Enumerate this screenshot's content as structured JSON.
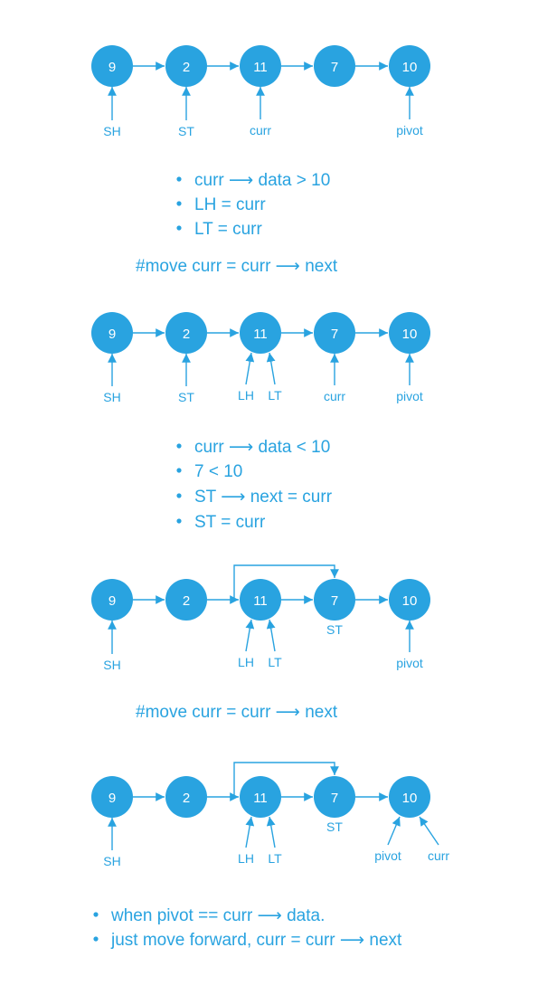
{
  "colors": {
    "accent": "#29a3e0",
    "node_text": "#ffffff",
    "background": "#ffffff"
  },
  "steps": [
    {
      "nodes": [
        "9",
        "2",
        "11",
        "7",
        "10"
      ],
      "pointers": [
        {
          "label": "SH",
          "node": 0
        },
        {
          "label": "ST",
          "node": 1
        },
        {
          "label": "curr",
          "node": 2
        },
        {
          "label": "pivot",
          "node": 4
        }
      ],
      "bullets": [
        "curr ⟶ data > 10",
        "LH = curr",
        "LT = curr"
      ],
      "note": "#move curr = curr ⟶ next"
    },
    {
      "nodes": [
        "9",
        "2",
        "11",
        "7",
        "10"
      ],
      "pointers": [
        {
          "label": "SH",
          "node": 0
        },
        {
          "label": "ST",
          "node": 1
        },
        {
          "label": "LH",
          "node": 2
        },
        {
          "label": "LT",
          "node": 2
        },
        {
          "label": "curr",
          "node": 3
        },
        {
          "label": "pivot",
          "node": 4
        }
      ],
      "bullets": [
        "curr ⟶ data < 10",
        "7 < 10",
        "ST ⟶ next = curr",
        "ST = curr"
      ]
    },
    {
      "nodes": [
        "9",
        "2",
        "11",
        "7",
        "10"
      ],
      "pointers": [
        {
          "label": "SH",
          "node": 0
        },
        {
          "label": "LH",
          "node": 2
        },
        {
          "label": "LT",
          "node": 2
        },
        {
          "label": "ST",
          "node": 3
        },
        {
          "label": "pivot",
          "node": 4
        }
      ],
      "bypass": {
        "from": 1,
        "to": 3
      },
      "note": "#move curr = curr ⟶ next"
    },
    {
      "nodes": [
        "9",
        "2",
        "11",
        "7",
        "10"
      ],
      "pointers": [
        {
          "label": "SH",
          "node": 0
        },
        {
          "label": "LH",
          "node": 2
        },
        {
          "label": "LT",
          "node": 2
        },
        {
          "label": "ST",
          "node": 3
        },
        {
          "label": "pivot",
          "node": 4
        },
        {
          "label": "curr",
          "node": 4
        }
      ],
      "bypass": {
        "from": 1,
        "to": 3
      },
      "bullets": [
        "when pivot == curr ⟶ data.",
        "just move forward, curr = curr ⟶ next"
      ]
    }
  ]
}
